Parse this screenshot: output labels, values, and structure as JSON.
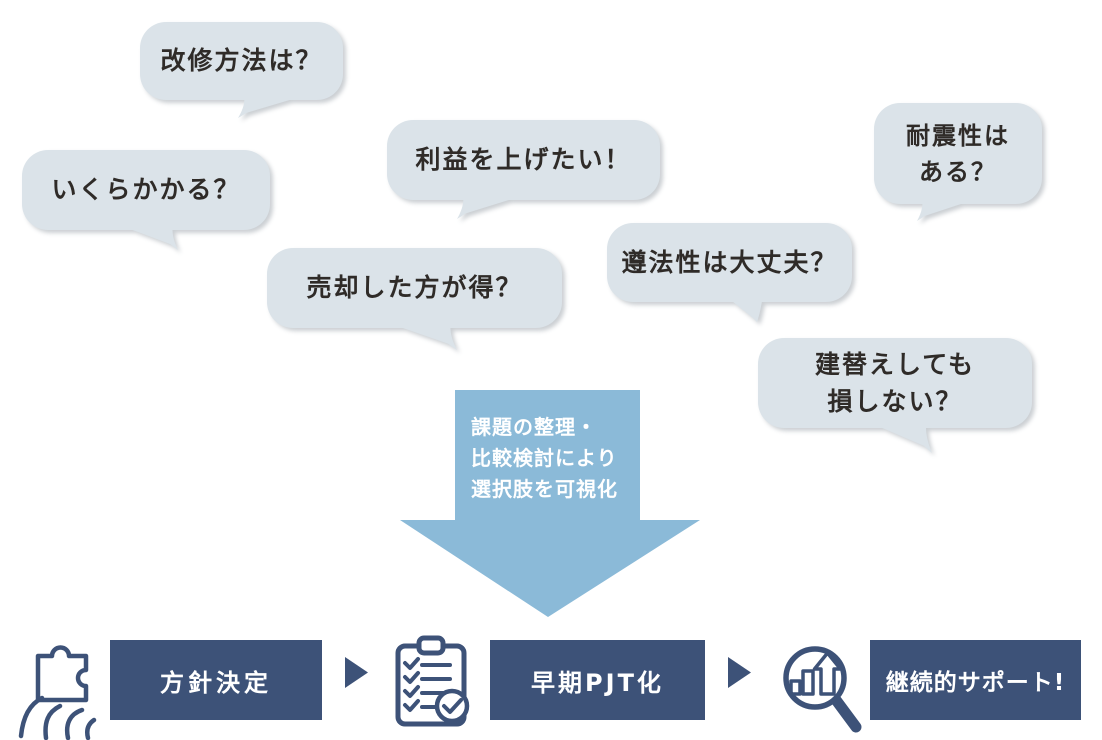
{
  "bubbles": [
    {
      "text": "改修方法は？"
    },
    {
      "text": "いくらかかる？"
    },
    {
      "text": "利益を上げたい！"
    },
    {
      "line1": "耐震性は",
      "line2": "ある？"
    },
    {
      "text": "売却した方が得？"
    },
    {
      "text": "遵法性は大丈夫？"
    },
    {
      "line1": "建替えしても",
      "line2": "損しない？"
    }
  ],
  "arrow": {
    "line1": "課題の整理・",
    "line2": "比較検討により",
    "line3": "選択肢を可視化"
  },
  "steps": [
    {
      "icon": "puzzle-in-hand-icon",
      "label": "方針決定"
    },
    {
      "icon": "checklist-clipboard-icon",
      "label": "早期PJT化"
    },
    {
      "icon": "chart-magnifier-icon",
      "label": "継続的サポート!"
    }
  ],
  "icons": {
    "separator": "right-triangle-icon"
  },
  "colors": {
    "bubble_fill": "#dbe3e9",
    "bubble_text": "#2f2b28",
    "arrow_fill": "#8bbad8",
    "navy": "#3d5278",
    "white_text": "#ffffff"
  }
}
